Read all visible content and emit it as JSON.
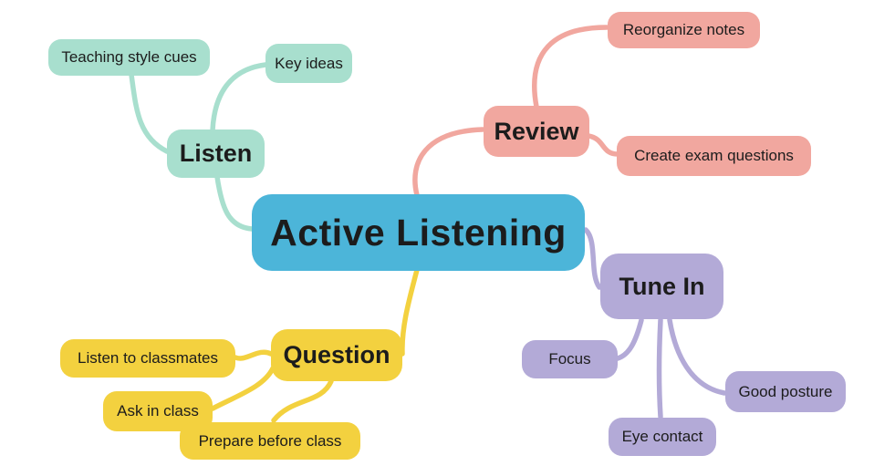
{
  "app": {
    "type": "mindmap",
    "background": "#ffffff",
    "text_color": "#1c1c1c"
  },
  "center": {
    "label": "Active Listening",
    "color": "#4cb5d9"
  },
  "branches": [
    {
      "id": "listen",
      "label": "Listen",
      "color": "#a8dfce",
      "children": [
        {
          "label": "Teaching style cues"
        },
        {
          "label": "Key ideas"
        }
      ]
    },
    {
      "id": "review",
      "label": "Review",
      "color": "#f1a79f",
      "children": [
        {
          "label": "Reorganize notes"
        },
        {
          "label": "Create exam questions"
        }
      ]
    },
    {
      "id": "tunein",
      "label": "Tune In",
      "color": "#b3aad7",
      "children": [
        {
          "label": "Focus"
        },
        {
          "label": "Eye contact"
        },
        {
          "label": "Good posture"
        }
      ]
    },
    {
      "id": "question",
      "label": "Question",
      "color": "#f3d13f",
      "children": [
        {
          "label": "Listen to classmates"
        },
        {
          "label": "Ask in class"
        },
        {
          "label": "Prepare before class"
        }
      ]
    }
  ]
}
